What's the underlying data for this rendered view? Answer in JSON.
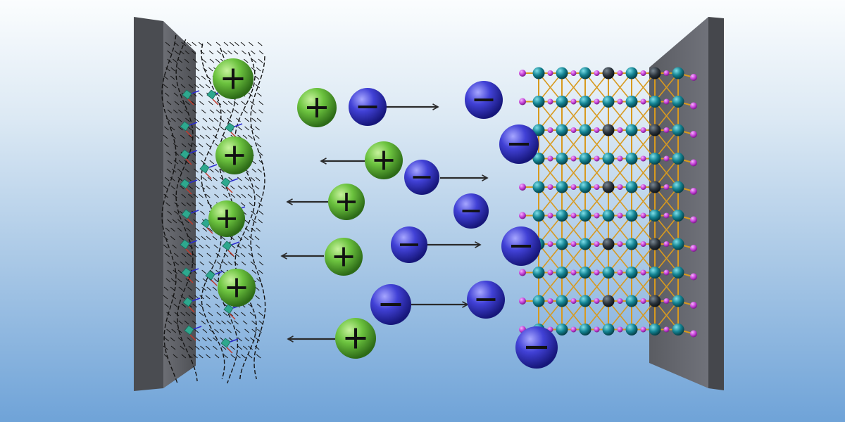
{
  "diagram": {
    "colors": {
      "cation": "#5cb836",
      "cation_dark": "#2f6e19",
      "anion": "#3a3ad0",
      "anion_dark": "#15157a",
      "electrode": "#5e6066",
      "electrode_edge": "#3b3d42",
      "lattice_bond": "#d89a1e",
      "lattice_atom": "#12808f",
      "lattice_atom_dark": "#2a3138",
      "lattice_terminal": "#c43fd6",
      "graphene": "#141414",
      "functional_group": "#2ea88e",
      "arrow": "#2a2a2a"
    },
    "icons": {
      "cation_symbol": "plus-sign",
      "anion_symbol": "minus-sign"
    },
    "left_electrode": {
      "role": "cathode-carbon-electrode",
      "adsorbed_cations": 4
    },
    "right_electrode": {
      "role": "anode-crystal-lattice",
      "lattice_rows": 10,
      "lattice_columns": 7,
      "adsorbed_anions": 4
    },
    "free_ions": [
      {
        "type": "cation",
        "direction": "left",
        "arrow": false
      },
      {
        "type": "cation",
        "direction": "left",
        "arrow": true
      },
      {
        "type": "cation",
        "direction": "left",
        "arrow": true
      },
      {
        "type": "cation",
        "direction": "left",
        "arrow": true
      },
      {
        "type": "cation",
        "direction": "left",
        "arrow": true
      },
      {
        "type": "anion",
        "direction": "right",
        "arrow": true
      },
      {
        "type": "anion",
        "direction": "right",
        "arrow": true
      },
      {
        "type": "anion",
        "direction": "right",
        "arrow": true
      },
      {
        "type": "anion",
        "direction": "right",
        "arrow": true
      },
      {
        "type": "anion",
        "direction": "right",
        "arrow": false
      },
      {
        "type": "anion",
        "direction": "right",
        "arrow": false
      }
    ]
  }
}
